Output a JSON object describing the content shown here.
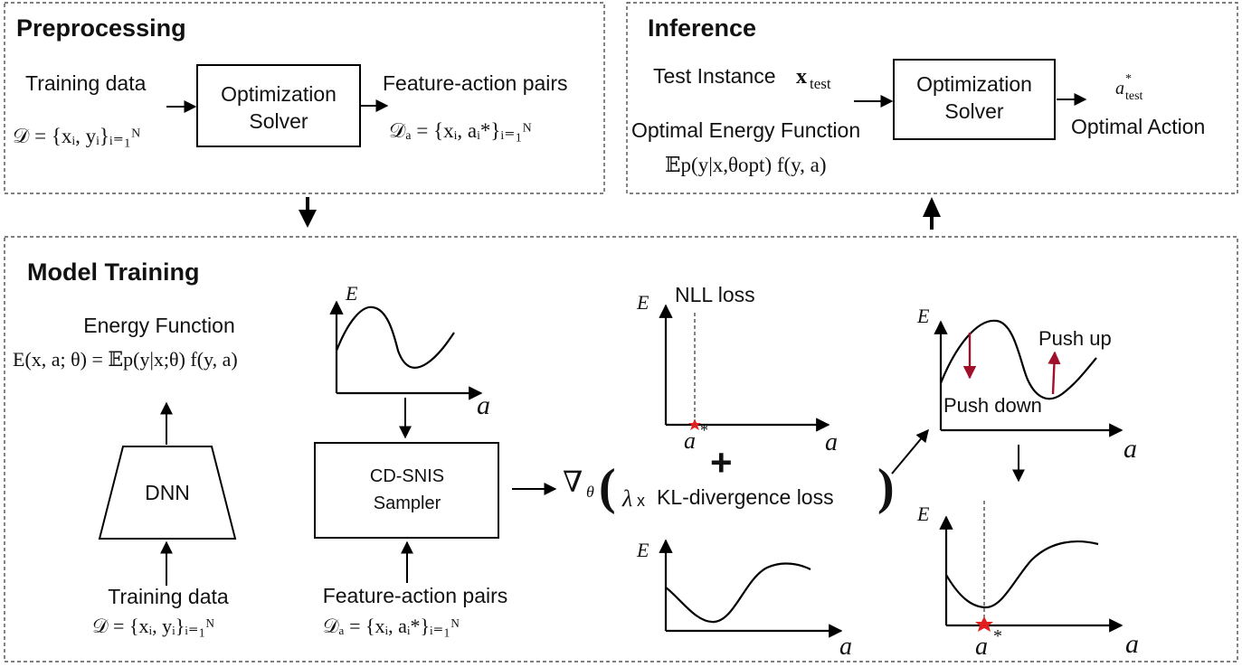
{
  "preprocessing": {
    "title": "Preprocessing",
    "input_label": "Training data",
    "input_formula": "𝒟 = {xᵢ, yᵢ}ᵢ₌₁ᴺ",
    "solver_line1": "Optimization",
    "solver_line2": "Solver",
    "output_label": "Feature-action pairs",
    "output_formula": "𝒟ₐ = {xᵢ, aᵢ*}ᵢ₌₁ᴺ"
  },
  "inference": {
    "title": "Inference",
    "test_label": "Test Instance",
    "test_symbol": "x",
    "test_sub": "test",
    "energy_label": "Optimal Energy Function",
    "energy_formula": "𝔼p(y|x,θopt) f(y, a)",
    "solver_line1": "Optimization",
    "solver_line2": "Solver",
    "action_symbol": "a",
    "action_sub": "test",
    "action_sup": "*",
    "action_label": "Optimal Action"
  },
  "training": {
    "title": "Model Training",
    "energy_label": "Energy Function",
    "energy_formula": "E(x, a; θ) = 𝔼p(y|x;θ) f(y, a)",
    "dnn_label": "DNN",
    "data_label": "Training data",
    "data_formula": "𝒟 = {xᵢ, yᵢ}ᵢ₌₁ᴺ",
    "sampler_line1": "CD-SNIS",
    "sampler_line2": "Sampler",
    "pairs_label": "Feature-action pairs",
    "pairs_formula": "𝒟ₐ = {xᵢ, aᵢ*}ᵢ₌₁ᴺ",
    "grad_symbol": "∇",
    "grad_sub": "θ",
    "open_paren": "(",
    "close_paren": ")",
    "plus": "+",
    "lambda": "λ",
    "times": "x",
    "kl_label": "KL-divergence loss",
    "nll_label": "NLL loss",
    "push_down_label": "Push down",
    "push_up_label": "Push up",
    "axis_e": "E",
    "axis_a": "a",
    "a_star": "a",
    "star_sup": "*"
  },
  "colors": {
    "push_arrow": "#a0102a",
    "star": "#e02020"
  }
}
